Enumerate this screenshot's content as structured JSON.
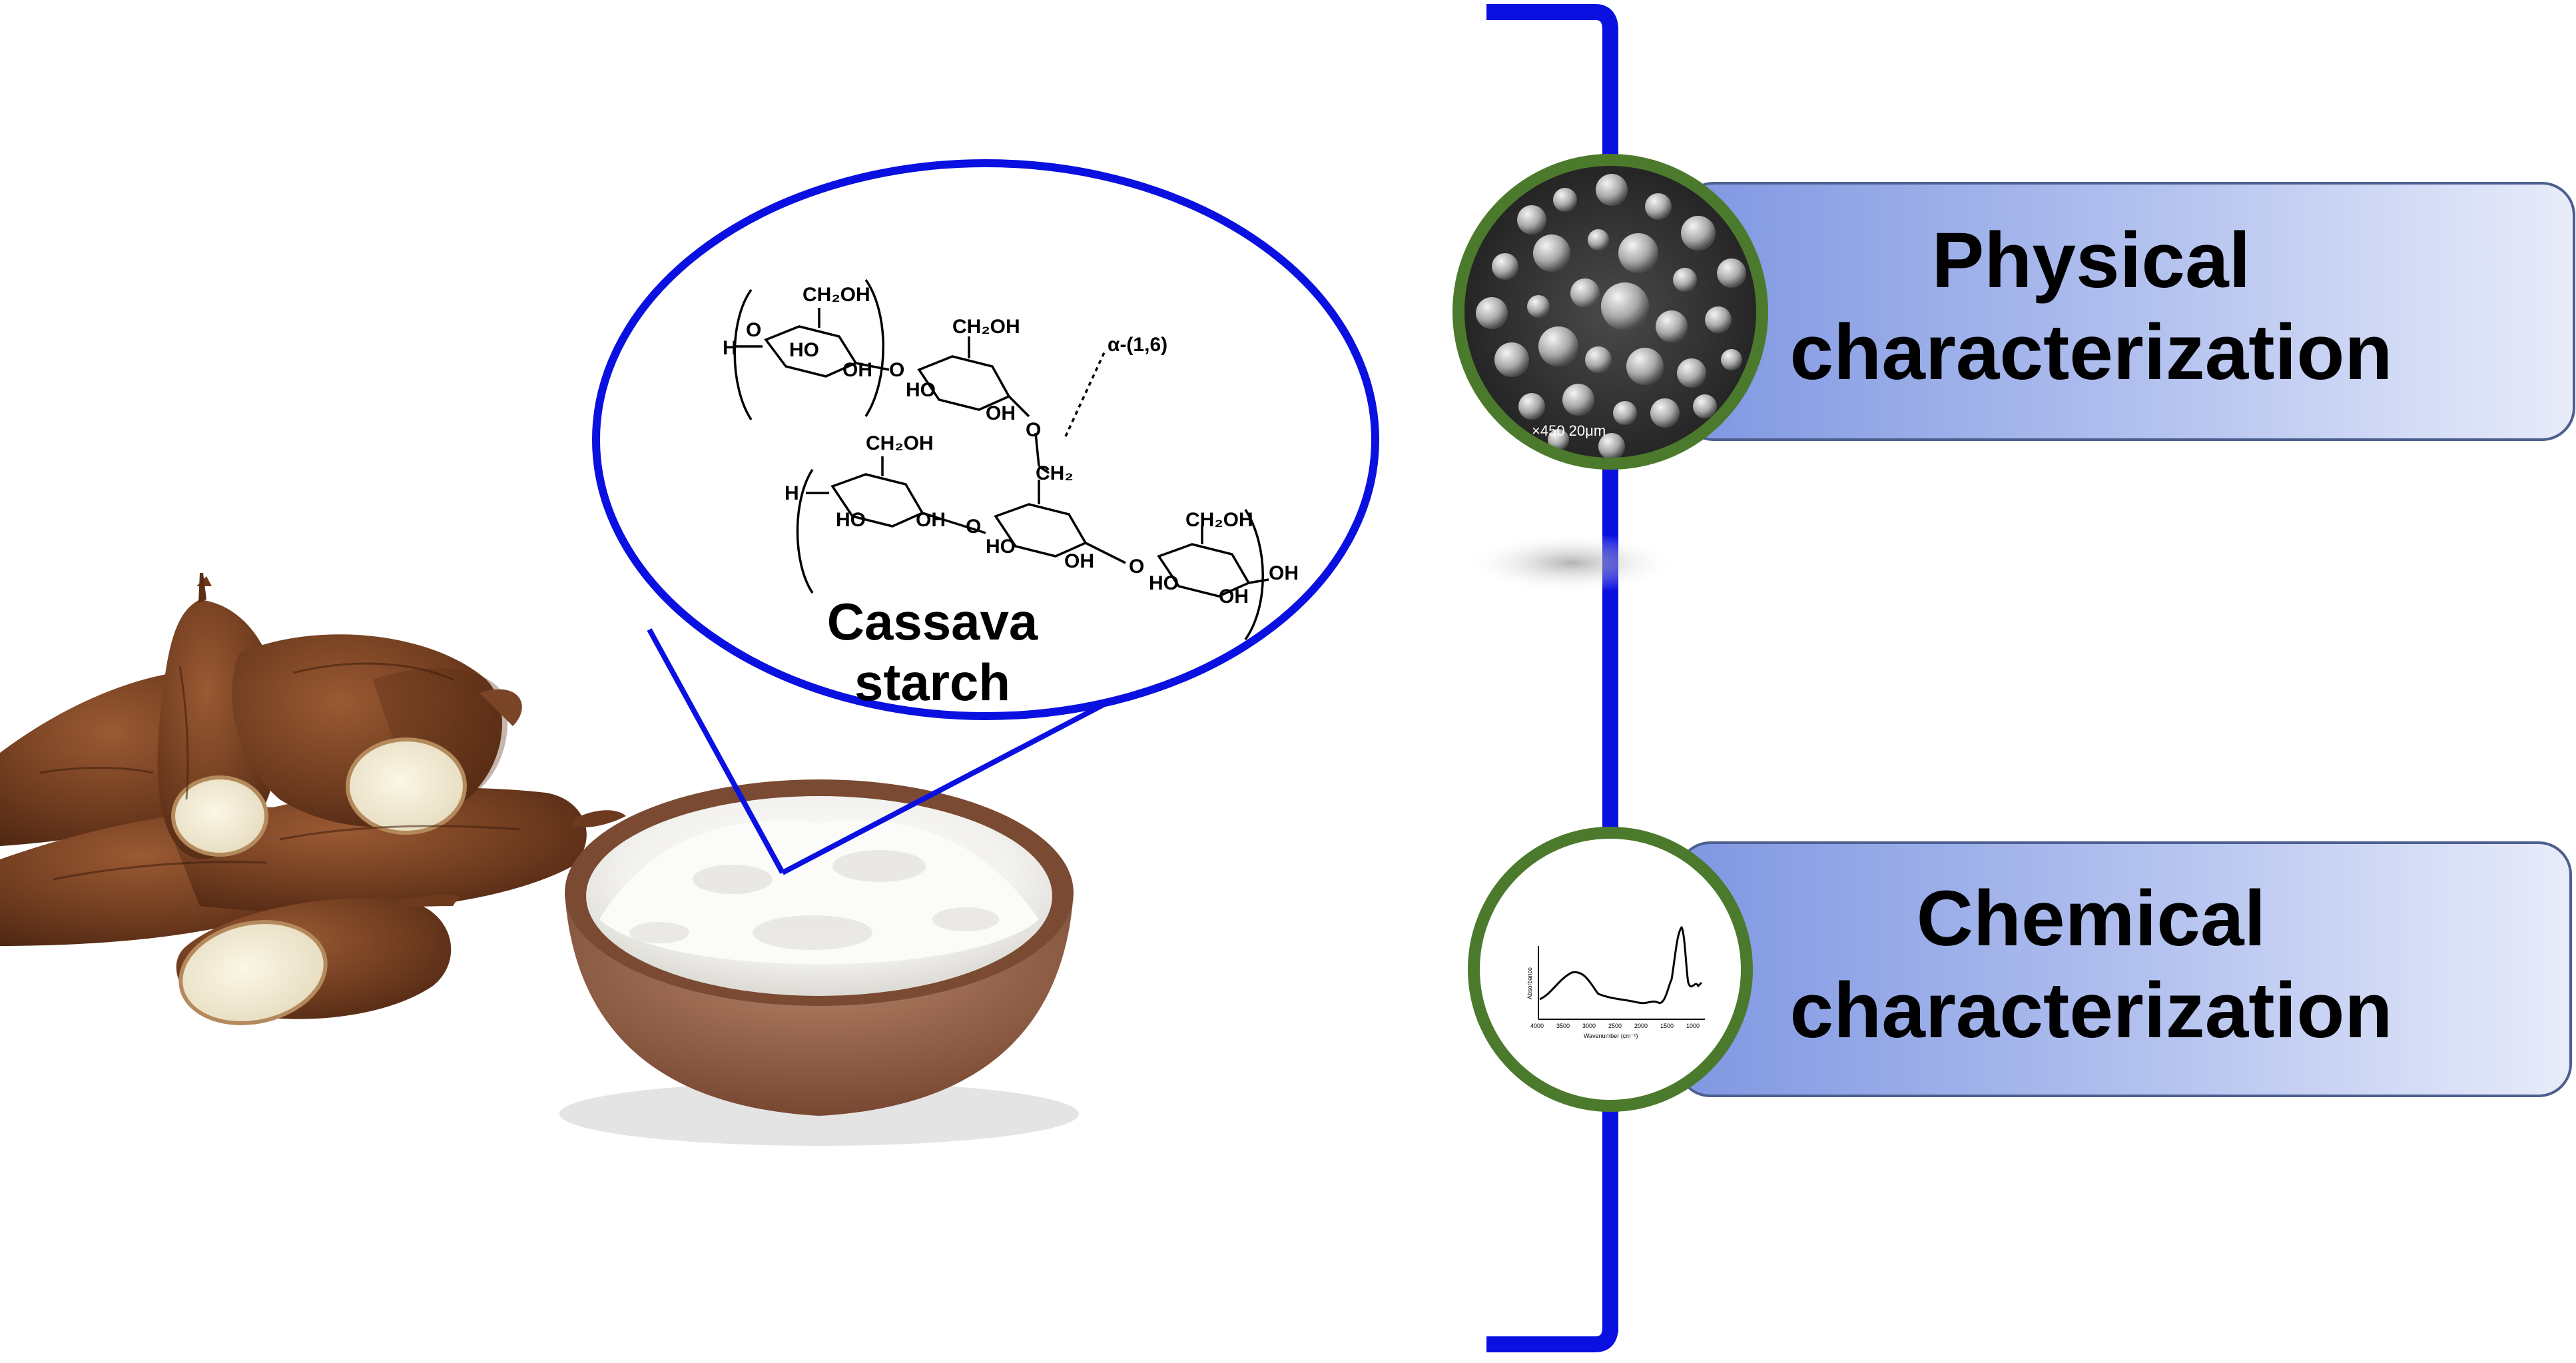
{
  "diagram": {
    "inset_title": "Cassava starch",
    "bond_label": "α-(1,6)",
    "chem_labels": {
      "ch2oh": "CH₂OH",
      "oh": "OH",
      "ho": "HO",
      "o": "O",
      "h": "H",
      "ch2": "CH₂"
    },
    "panels": [
      {
        "line1": "Physical",
        "line2": "characterization"
      },
      {
        "line1": "Chemical",
        "line2": "characterization"
      }
    ],
    "sem_image": {
      "scale_text": "×450  20μm"
    },
    "ftir": {
      "ylabel": "Absorbance",
      "xlabel": "Wavenumber (cm⁻¹)",
      "ticks": [
        "4000",
        "3500",
        "3000",
        "2500",
        "2000",
        "1500",
        "1000"
      ]
    },
    "colors": {
      "bracket": "#0a10e0",
      "ellipse": "#0a10e0",
      "circle_border": "#4c7a2c",
      "panel_fill_dark": "#8aa2e6",
      "panel_fill_light": "#e6ebfa",
      "panel_border": "#4d5f8f"
    }
  }
}
